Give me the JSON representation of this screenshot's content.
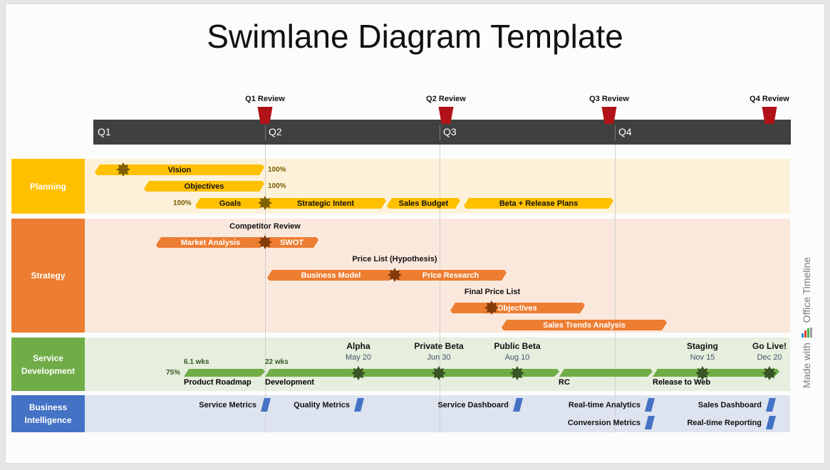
{
  "title": "Swimlane Diagram Template",
  "timeline": {
    "quarters": [
      "Q1",
      "Q2",
      "Q3",
      "Q4"
    ],
    "reviews": [
      "Q1 Review",
      "Q2 Review",
      "Q3 Review",
      "Q4 Review"
    ],
    "band_color": "#404040",
    "review_color": "#b01217"
  },
  "lanes": {
    "planning": {
      "label": "Planning",
      "color": "#ffc000",
      "bg": "#fdf2d9",
      "tasks": {
        "vision": {
          "label": "Vision",
          "percent": "100%"
        },
        "objectives": {
          "label": "Objectives",
          "percent": "100%"
        },
        "goals": {
          "label": "Goals",
          "percent": "100%"
        },
        "strategic_intent": {
          "label": "Strategic Intent"
        },
        "sales_budget": {
          "label": "Sales Budget"
        },
        "beta_release": {
          "label": "Beta + Release Plans"
        }
      }
    },
    "strategy": {
      "label": "Strategy",
      "color": "#ed7d31",
      "bg": "#fae8dd",
      "milestones": {
        "competitor_review": "Competitor Review",
        "price_list_hypothesis": "Price List (Hypothesis)",
        "final_price_list": "Final Price List"
      },
      "tasks": {
        "market_analysis": "Market Analysis",
        "swot": "SWOT",
        "business_model": "Business Model",
        "price_research": "Price Research",
        "objectives": "Objectives",
        "sales_trends": "Sales Trends Analysis"
      }
    },
    "service_development": {
      "label": "Service Development",
      "color": "#70ad47",
      "bg": "#e6eedd",
      "tasks": {
        "product_roadmap": {
          "label": "Product Roadmap",
          "duration": "6.1 wks",
          "percent": "75%"
        },
        "development": {
          "label": "Development",
          "duration": "22 wks"
        },
        "rc": {
          "label": "RC"
        },
        "release_to_web": {
          "label": "Release to Web"
        }
      },
      "milestones": [
        {
          "title": "Alpha",
          "date": "May 20"
        },
        {
          "title": "Private Beta",
          "date": "Jun 30"
        },
        {
          "title": "Public Beta",
          "date": "Aug 10"
        },
        {
          "title": "Staging",
          "date": "Nov 15"
        },
        {
          "title": "Go Live!",
          "date": "Dec 20"
        }
      ]
    },
    "business_intelligence": {
      "label": "Business Intelligence",
      "color": "#4472c4",
      "bg": "#dde3ef",
      "items": [
        "Service Metrics",
        "Quality Metrics",
        "Service Dashboard",
        "Real-time Analytics",
        "Sales Dashboard",
        "Conversion Metrics",
        "Real-time Reporting"
      ]
    }
  },
  "branding": {
    "prefix": "Made with",
    "name": "Office Timeline"
  }
}
